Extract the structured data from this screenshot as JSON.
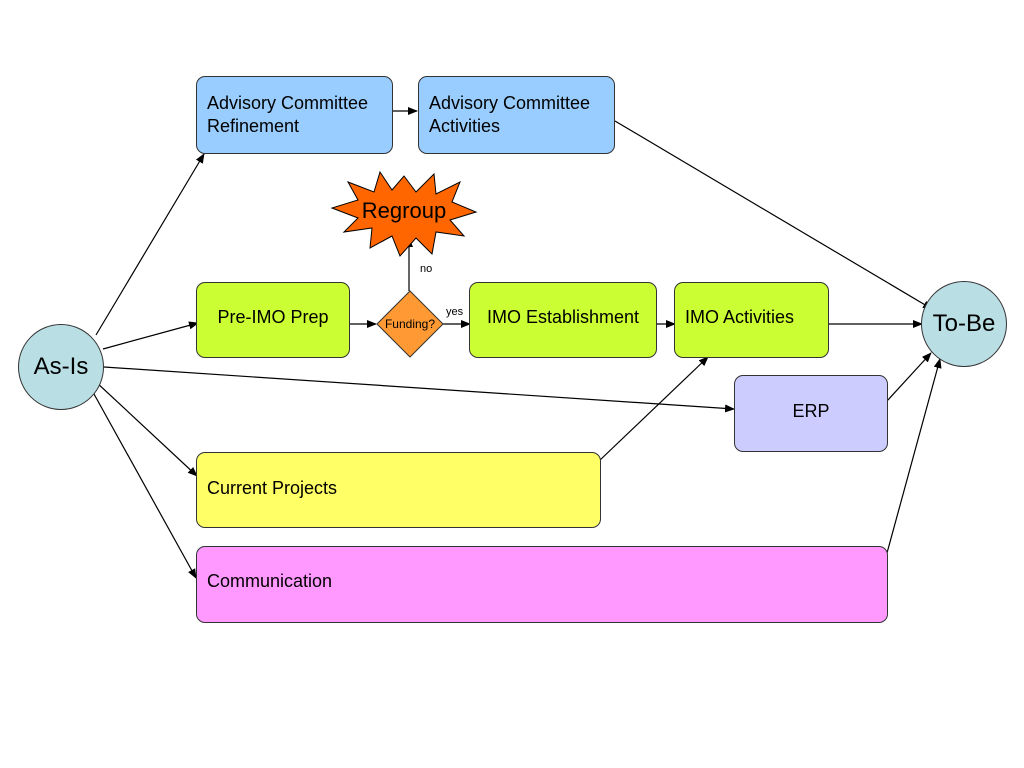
{
  "nodes": {
    "as_is": {
      "label": "As-Is",
      "color": "#b9dfe5"
    },
    "to_be": {
      "label": "To-Be",
      "color": "#b9dfe5"
    },
    "advisory_refinement": {
      "label": "Advisory Committee\nRefinement",
      "color": "#99ccff"
    },
    "advisory_activities": {
      "label": "Advisory Committee\nActivities",
      "color": "#99ccff"
    },
    "regroup": {
      "label": "Regroup",
      "color": "#ff6600"
    },
    "pre_imo_prep": {
      "label": "Pre-IMO Prep",
      "color": "#ccff33"
    },
    "funding": {
      "label": "Funding?",
      "color": "#ff9933"
    },
    "imo_establishment": {
      "label": "IMO Establishment",
      "color": "#ccff33"
    },
    "imo_activities": {
      "label": "IMO Activities",
      "color": "#ccff33"
    },
    "erp": {
      "label": "ERP",
      "color": "#ccccff"
    },
    "current_projects": {
      "label": "Current Projects",
      "color": "#ffff66"
    },
    "communication": {
      "label": "Communication",
      "color": "#ff99ff"
    }
  },
  "edge_labels": {
    "yes": "yes",
    "no": "no"
  },
  "edges": [
    {
      "from": "as_is",
      "to": "advisory_refinement"
    },
    {
      "from": "advisory_refinement",
      "to": "advisory_activities"
    },
    {
      "from": "advisory_activities",
      "to": "to_be"
    },
    {
      "from": "as_is",
      "to": "pre_imo_prep"
    },
    {
      "from": "pre_imo_prep",
      "to": "funding"
    },
    {
      "from": "funding",
      "to": "regroup",
      "label": "no"
    },
    {
      "from": "funding",
      "to": "imo_establishment",
      "label": "yes"
    },
    {
      "from": "imo_establishment",
      "to": "imo_activities"
    },
    {
      "from": "imo_activities",
      "to": "to_be"
    },
    {
      "from": "as_is",
      "to": "erp"
    },
    {
      "from": "erp",
      "to": "to_be"
    },
    {
      "from": "as_is",
      "to": "current_projects"
    },
    {
      "from": "current_projects",
      "to": "imo_activities"
    },
    {
      "from": "as_is",
      "to": "communication"
    },
    {
      "from": "communication",
      "to": "to_be"
    }
  ]
}
